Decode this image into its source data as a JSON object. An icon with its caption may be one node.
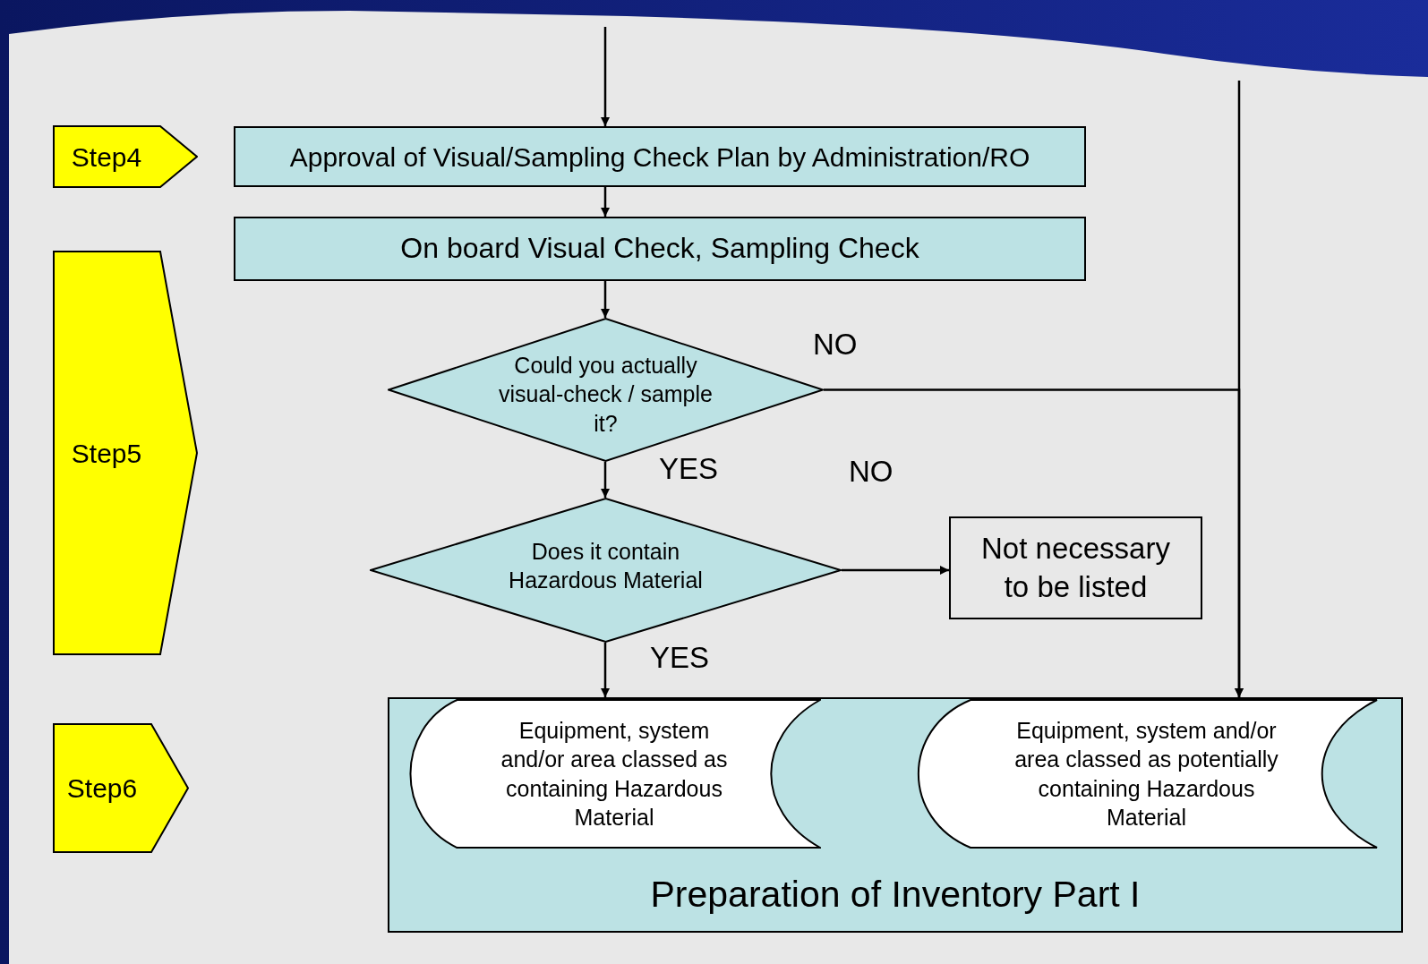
{
  "diagram": {
    "nodes": [
      {
        "text": [
          "Step4"
        ]
      },
      {
        "text": [
          "Step5"
        ]
      },
      {
        "text": [
          "Step6"
        ]
      },
      {
        "text": [
          "Approval of Visual/Sampling Check Plan by Administration/RO"
        ]
      },
      {
        "text": [
          "On board Visual Check, Sampling Check"
        ]
      },
      {
        "text": [
          "Could you actually visual-check / sample it?"
        ]
      },
      {
        "text": [
          "Does it contain Hazardous Material"
        ]
      },
      {
        "text": [
          "Not necessary to be listed"
        ]
      },
      {
        "text": [
          "Preparation of Inventory Part I"
        ]
      },
      {
        "text": [
          "Equipment, system and/or area classed as containing Hazardous Material"
        ],
        "in": 8
      },
      {
        "text": [
          "Equipment, system and/or area classed as potentially containing Hazardous Material"
        ],
        "in": 8
      }
    ],
    "edges": [
      {
        "from": null,
        "to": 3,
        "arrow": "to"
      },
      {
        "from": 3,
        "to": 4,
        "arrow": "to"
      },
      {
        "from": 4,
        "to": 5,
        "arrow": "to"
      },
      {
        "from": 5,
        "to": 6,
        "arrow": "to",
        "label": "YES"
      },
      {
        "from": 6,
        "to": 7,
        "arrow": "to",
        "label": "NO"
      },
      {
        "from": 6,
        "to": 9,
        "arrow": "to",
        "label": "YES"
      },
      {
        "from": 5,
        "to": 10,
        "arrow": "to",
        "label": "NO"
      },
      {
        "from": null,
        "to": 10,
        "arrow": "to"
      }
    ]
  }
}
